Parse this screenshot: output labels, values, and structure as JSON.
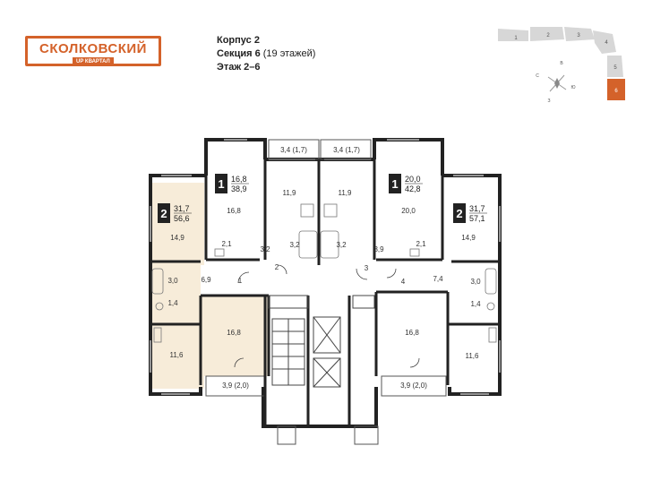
{
  "logo": {
    "name": "СКОЛКОВСКИЙ",
    "badge_left": "UP",
    "badge_right": "КВАРТАЛ"
  },
  "building": {
    "korpus": "Корпус 2",
    "section_label": "Секция 6",
    "section_floors": "(19 этажей)",
    "floors": "Этаж 2–6"
  },
  "keyplan": {
    "sections": [
      "1",
      "2",
      "3",
      "4",
      "5",
      "6"
    ],
    "active": "6",
    "compass": {
      "n": "С",
      "e": "В",
      "s": "Ю",
      "w": "З"
    },
    "colors": {
      "block": "#d7d7d7",
      "active": "#d4622a"
    }
  },
  "apartments": [
    {
      "rooms": "2",
      "living": "31,7",
      "total": "56,6",
      "highlighted": true
    },
    {
      "rooms": "1",
      "living": "16,8",
      "total": "38,9"
    },
    {
      "rooms": "1",
      "living": "20,0",
      "total": "42,8"
    },
    {
      "rooms": "2",
      "living": "31,7",
      "total": "57,1"
    }
  ],
  "room_labels": [
    "3,4 (1,7)",
    "3,4 (1,7)",
    "11,9",
    "11,9",
    "16,8",
    "20,0",
    "14,9",
    "14,9",
    "2,1",
    "2,1",
    "3,2",
    "3,2",
    "3,2",
    "3,9",
    "2",
    "3",
    "1",
    "4",
    "6,9",
    "7,4",
    "3,0",
    "3,0",
    "1,4",
    "1,4",
    "16,8",
    "16,8",
    "11,6",
    "11,6",
    "3,9 (2,0)",
    "3,9 (2,0)"
  ],
  "colors": {
    "wall": "#222222",
    "highlight": "#f7ecd9",
    "accent": "#d4622a"
  }
}
